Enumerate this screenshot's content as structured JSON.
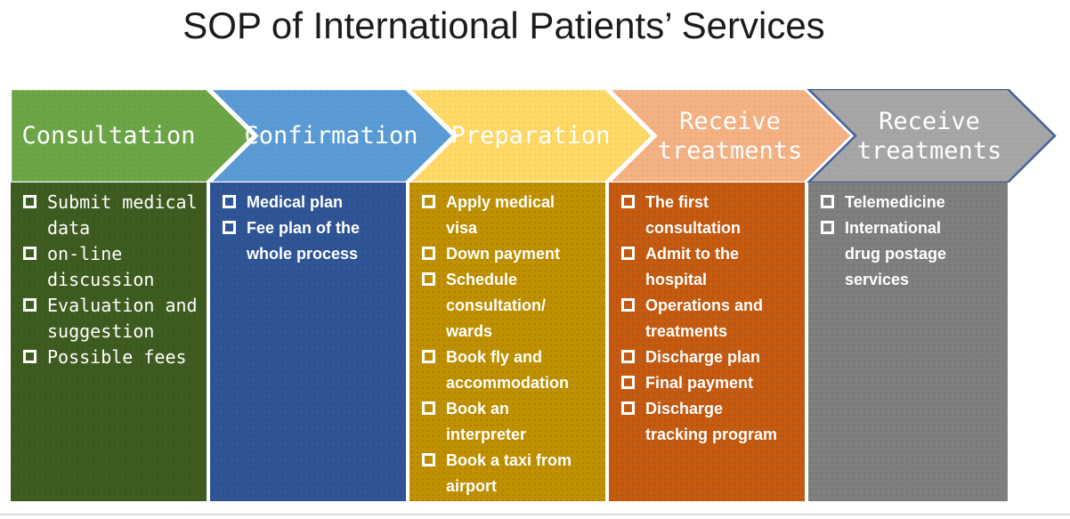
{
  "title": "SOP of International Patients’ Services",
  "bullet_icon": "hollow-square-checkbox",
  "stages": [
    {
      "label": "Consultation",
      "arrow_color": "#6BA546",
      "arrow_outline": "#FFFFFF",
      "panel_color": "#3E5C20",
      "text_style": "mono",
      "items": [
        "Submit medical data",
        "on-line discussion",
        "Evaluation and suggestion",
        "Possible fees"
      ]
    },
    {
      "label": "Confirmation",
      "arrow_color": "#5B9BD5",
      "arrow_outline": "#FFFFFF",
      "panel_color": "#2F5597",
      "text_style": "bold-sans",
      "items": [
        "Medical plan",
        "Fee plan of the whole process"
      ]
    },
    {
      "label": "Preparation",
      "arrow_color": "#FFD966",
      "arrow_outline": "#FFFFFF",
      "panel_color": "#BF9000",
      "text_style": "bold-sans",
      "items": [
        "Apply medical visa",
        "Down payment",
        "Schedule consultation/ wards",
        "Book fly and accommodation",
        "Book an interpreter",
        "Book a taxi from airport"
      ]
    },
    {
      "label": "Receive treatments",
      "arrow_color": "#F4B183",
      "arrow_outline": "#FFFFFF",
      "panel_color": "#C55A11",
      "text_style": "bold-sans",
      "items": [
        "The first consultation",
        "Admit to the hospital",
        "Operations and treatments",
        "Discharge plan",
        "Final payment",
        "Discharge tracking program"
      ]
    },
    {
      "label": "Receive treatments",
      "arrow_color": "#A6A6A6",
      "arrow_outline": "#44639E",
      "panel_color": "#7F7F7F",
      "text_style": "bold-sans",
      "items": [
        "Telemedicine",
        "International drug postage services"
      ]
    }
  ]
}
